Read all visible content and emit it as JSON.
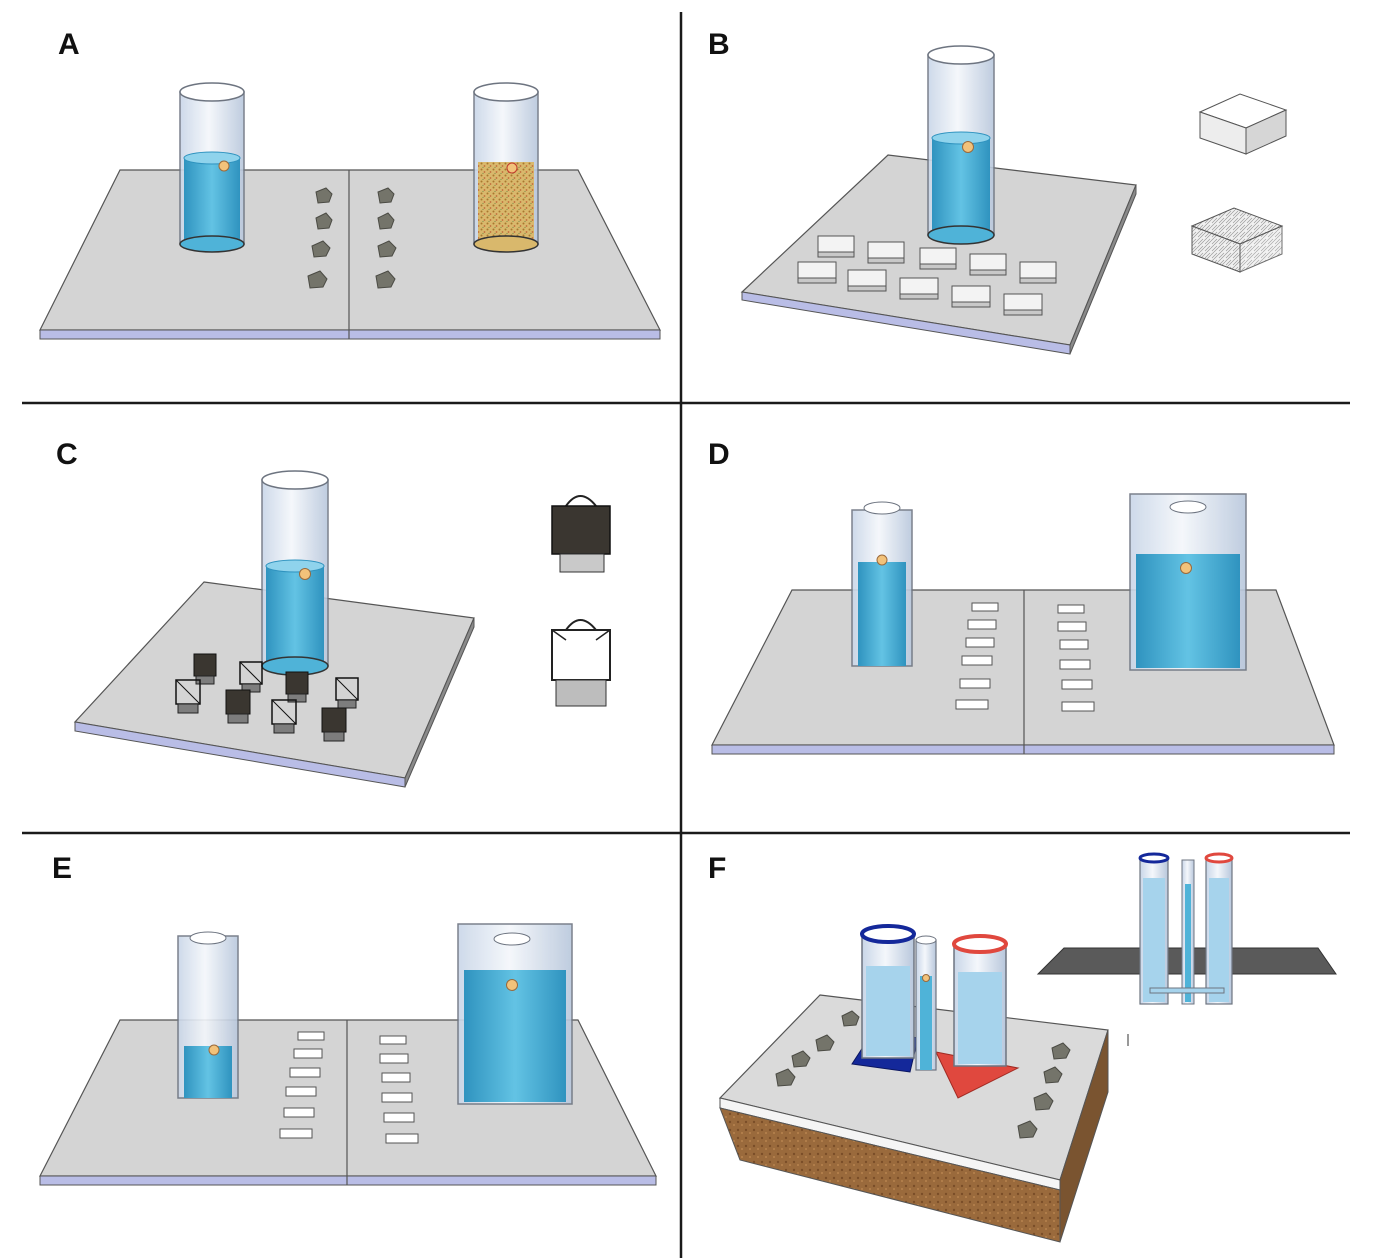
{
  "figure": {
    "panels": [
      {
        "label": "A"
      },
      {
        "label": "B"
      },
      {
        "label": "C"
      },
      {
        "label": "D"
      },
      {
        "label": "E"
      },
      {
        "label": "F"
      }
    ]
  },
  "colors": {
    "platform_top": "#d4d4d4",
    "platform_side": "#b9bde6",
    "platform_edge": "#555555",
    "water": "#4fb3d8",
    "water_dark": "#2f93bf",
    "glass": "#dfe8f3",
    "glass_stroke": "#6d7480",
    "ball": "#f2c27a",
    "rock": "#74746a",
    "soil": "#9a6a3c",
    "dark_cube": "#3a3630",
    "navy": "#14289a",
    "red": "#e0483e",
    "dark_plate": "#5a5a5a",
    "divider": "#1a1a1a",
    "substrate": "#c9a35a"
  },
  "icons": [
    "beaker-icon",
    "rock-icon",
    "sponge-block-icon",
    "cage-icon",
    "tag-icon"
  ]
}
